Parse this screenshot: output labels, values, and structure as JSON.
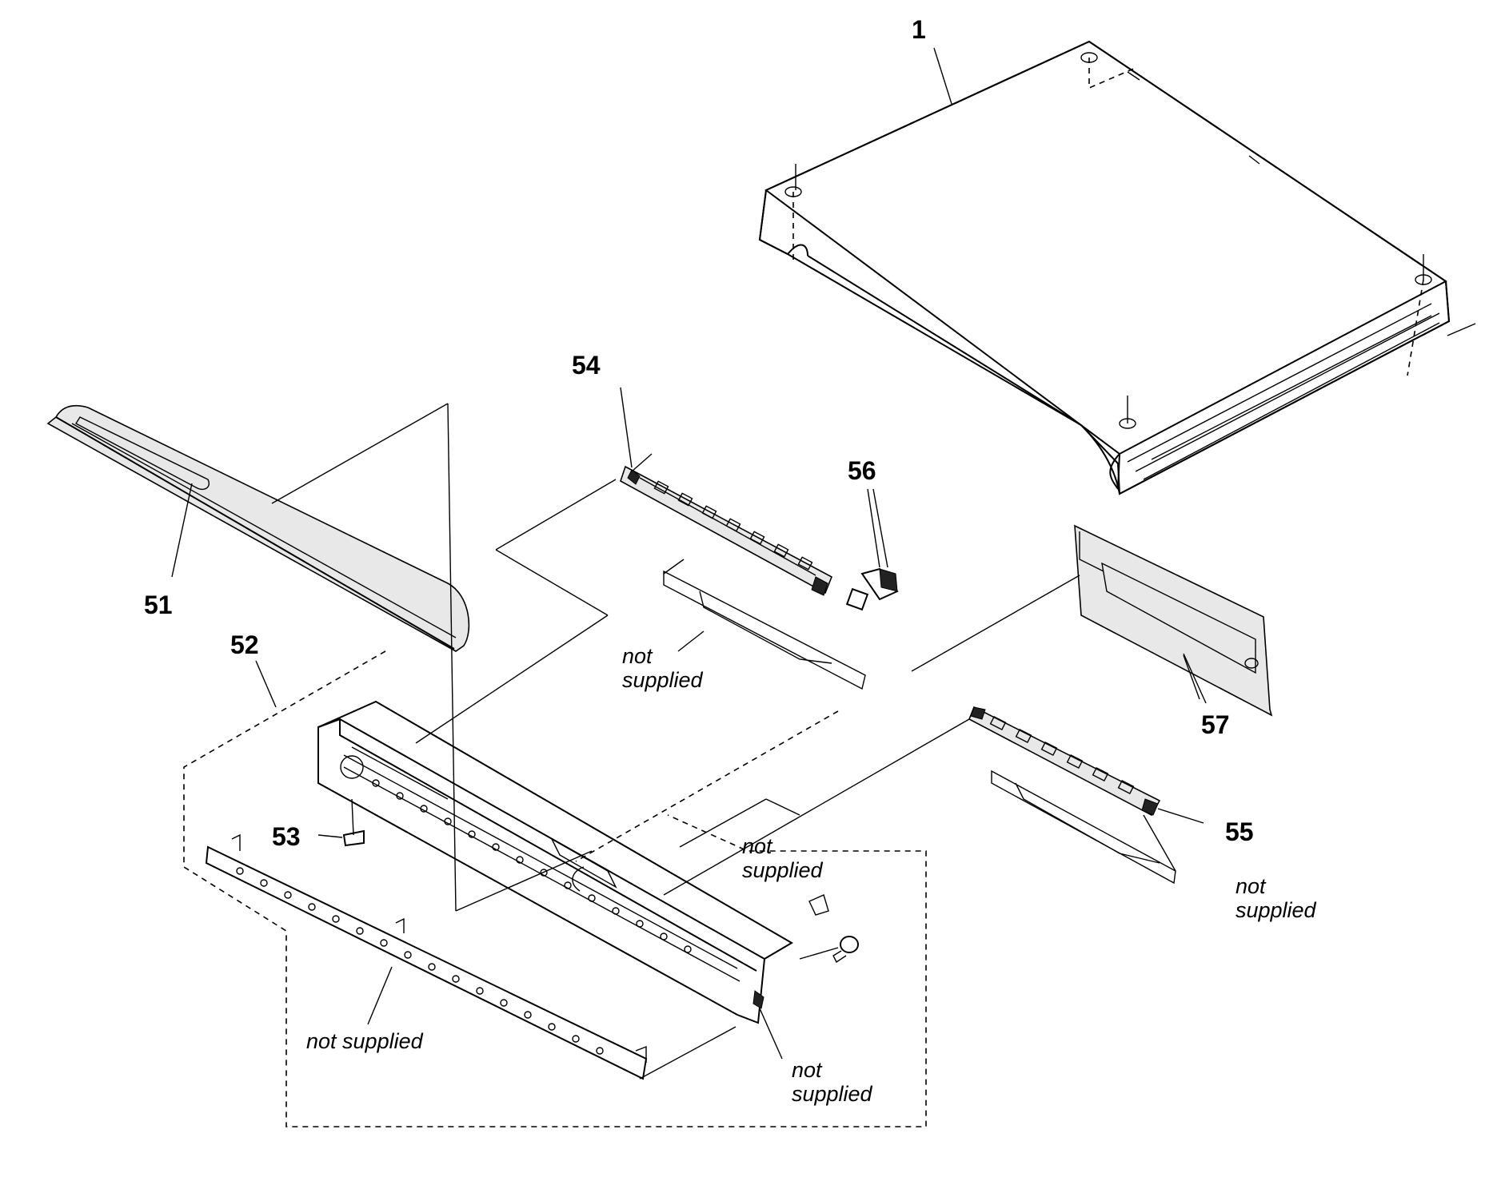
{
  "labels": {
    "part_1": "1",
    "part_51": "51",
    "part_52": "52",
    "part_53": "53",
    "part_54": "54",
    "part_55": "55",
    "part_56": "56",
    "part_57": "57"
  },
  "notes": {
    "not_supplied_54_line1": "not",
    "not_supplied_54_line2": "supplied",
    "not_supplied_bracket_line1": "not",
    "not_supplied_bracket_line2": "supplied",
    "not_supplied_55_line1": "not",
    "not_supplied_55_line2": "supplied",
    "not_supplied_rail": "not supplied",
    "not_supplied_screw_line1": "not",
    "not_supplied_screw_line2": "supplied"
  }
}
